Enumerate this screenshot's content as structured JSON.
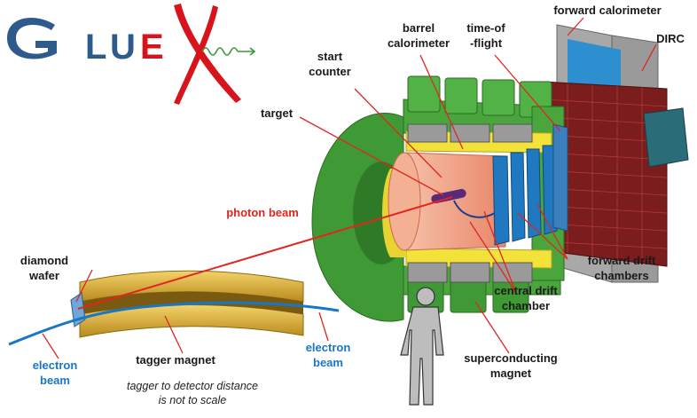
{
  "logo": {
    "text": "GLUEX"
  },
  "labels": {
    "forward_calorimeter": "forward calorimeter",
    "dirc": "DIRC",
    "barrel_calorimeter_1": "barrel",
    "barrel_calorimeter_2": "calorimeter",
    "time_of_flight_1": "time-of",
    "time_of_flight_2": "-flight",
    "start_counter_1": "start",
    "start_counter_2": "counter",
    "target": "target",
    "photon_beam": "photon beam",
    "diamond_wafer_1": "diamond",
    "diamond_wafer_2": "wafer",
    "forward_drift_1": "forward drift",
    "forward_drift_2": "chambers",
    "central_drift_1": "central drift",
    "central_drift_2": "chamber",
    "electron_beam_left_1": "electron",
    "electron_beam_left_2": "beam",
    "electron_beam_right_1": "electron",
    "electron_beam_right_2": "beam",
    "tagger_magnet": "tagger magnet",
    "superconducting_1": "superconducting",
    "superconducting_2": "magnet",
    "note_1": "tagger to detector distance",
    "note_2": "is not to scale"
  },
  "colors": {
    "logo_blue": "#2f5b8c",
    "logo_red": "#d7141c",
    "magnet_green": "#3f9a35",
    "calorimeter_yellow": "#f2e23a",
    "inner_salmon": "#f0a58a",
    "drift_blue": "#1f78c0",
    "calorimeter_dark_red": "#8c1d1d",
    "tagger_gold": "#dcb234",
    "photon_red": "#e0261f",
    "electron_blue": "#1976c6"
  }
}
